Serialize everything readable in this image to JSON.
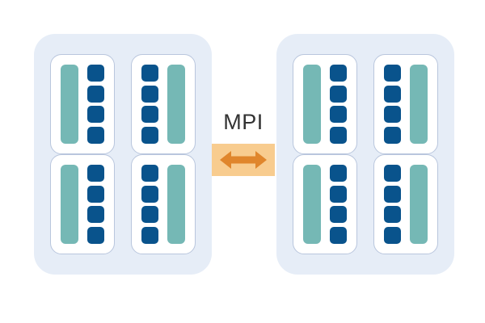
{
  "diagram": {
    "title": "MPI distributed-memory cluster diagram",
    "type": "architecture-diagram",
    "colors": {
      "cluster_background": "#e6edf7",
      "node_background": "#ffffff",
      "node_border": "#b9c6dd",
      "memory_bar": "#75b8b5",
      "core": "#09538c",
      "link_box": "#f8cc8f",
      "link_arrow": "#e0862c",
      "label_text": "#333333",
      "page_background": "#ffffff"
    },
    "clusters": [
      {
        "id": "cluster-left",
        "name": "left-cluster",
        "nodes": [
          {
            "id": "node-left-1",
            "name": "node",
            "mirrored": false,
            "memory_bars": 1,
            "cores": 4
          },
          {
            "id": "node-left-2",
            "name": "node",
            "mirrored": true,
            "memory_bars": 1,
            "cores": 4
          },
          {
            "id": "node-left-3",
            "name": "node",
            "mirrored": false,
            "memory_bars": 1,
            "cores": 4
          },
          {
            "id": "node-left-4",
            "name": "node",
            "mirrored": true,
            "memory_bars": 1,
            "cores": 4
          }
        ]
      },
      {
        "id": "cluster-right",
        "name": "right-cluster",
        "nodes": [
          {
            "id": "node-right-1",
            "name": "node",
            "mirrored": false,
            "memory_bars": 1,
            "cores": 4
          },
          {
            "id": "node-right-2",
            "name": "node",
            "mirrored": true,
            "memory_bars": 1,
            "cores": 4
          },
          {
            "id": "node-right-3",
            "name": "node",
            "mirrored": false,
            "memory_bars": 1,
            "cores": 4
          },
          {
            "id": "node-right-4",
            "name": "node",
            "mirrored": true,
            "memory_bars": 1,
            "cores": 4
          }
        ]
      }
    ],
    "link": {
      "label": "MPI",
      "icon": "double-arrow-horizontal-icon",
      "direction": "bidirectional"
    }
  }
}
